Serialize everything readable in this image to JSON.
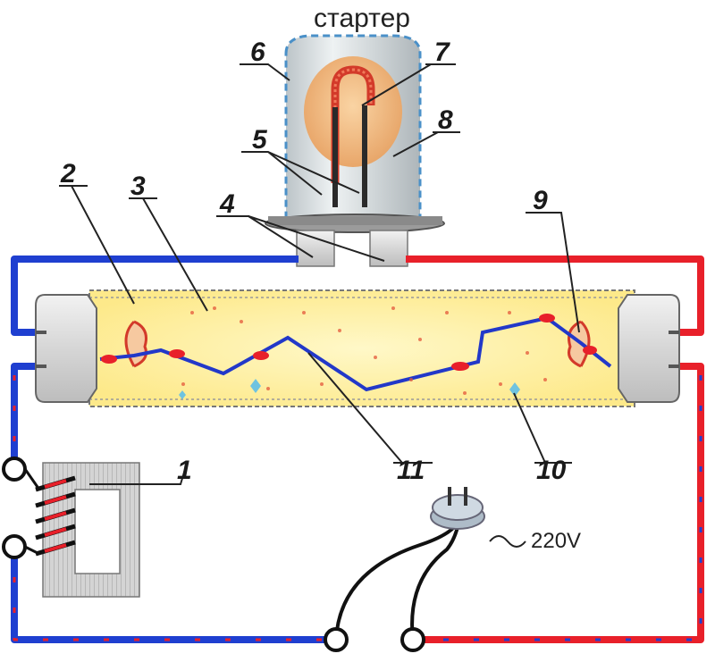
{
  "title": "стартер",
  "voltage_label": "220V",
  "parts": [
    "1",
    "2",
    "3",
    "4",
    "5",
    "6",
    "7",
    "8",
    "9",
    "10",
    "11"
  ],
  "colors": {
    "wire_blue": "#1f3fd0",
    "wire_red": "#e8202a",
    "tube_glow": "#fff3b0",
    "ballast_gray": "#c9c9c9",
    "starter_bulb": "#dde3e6",
    "starter_glow": "#f3b87a"
  }
}
